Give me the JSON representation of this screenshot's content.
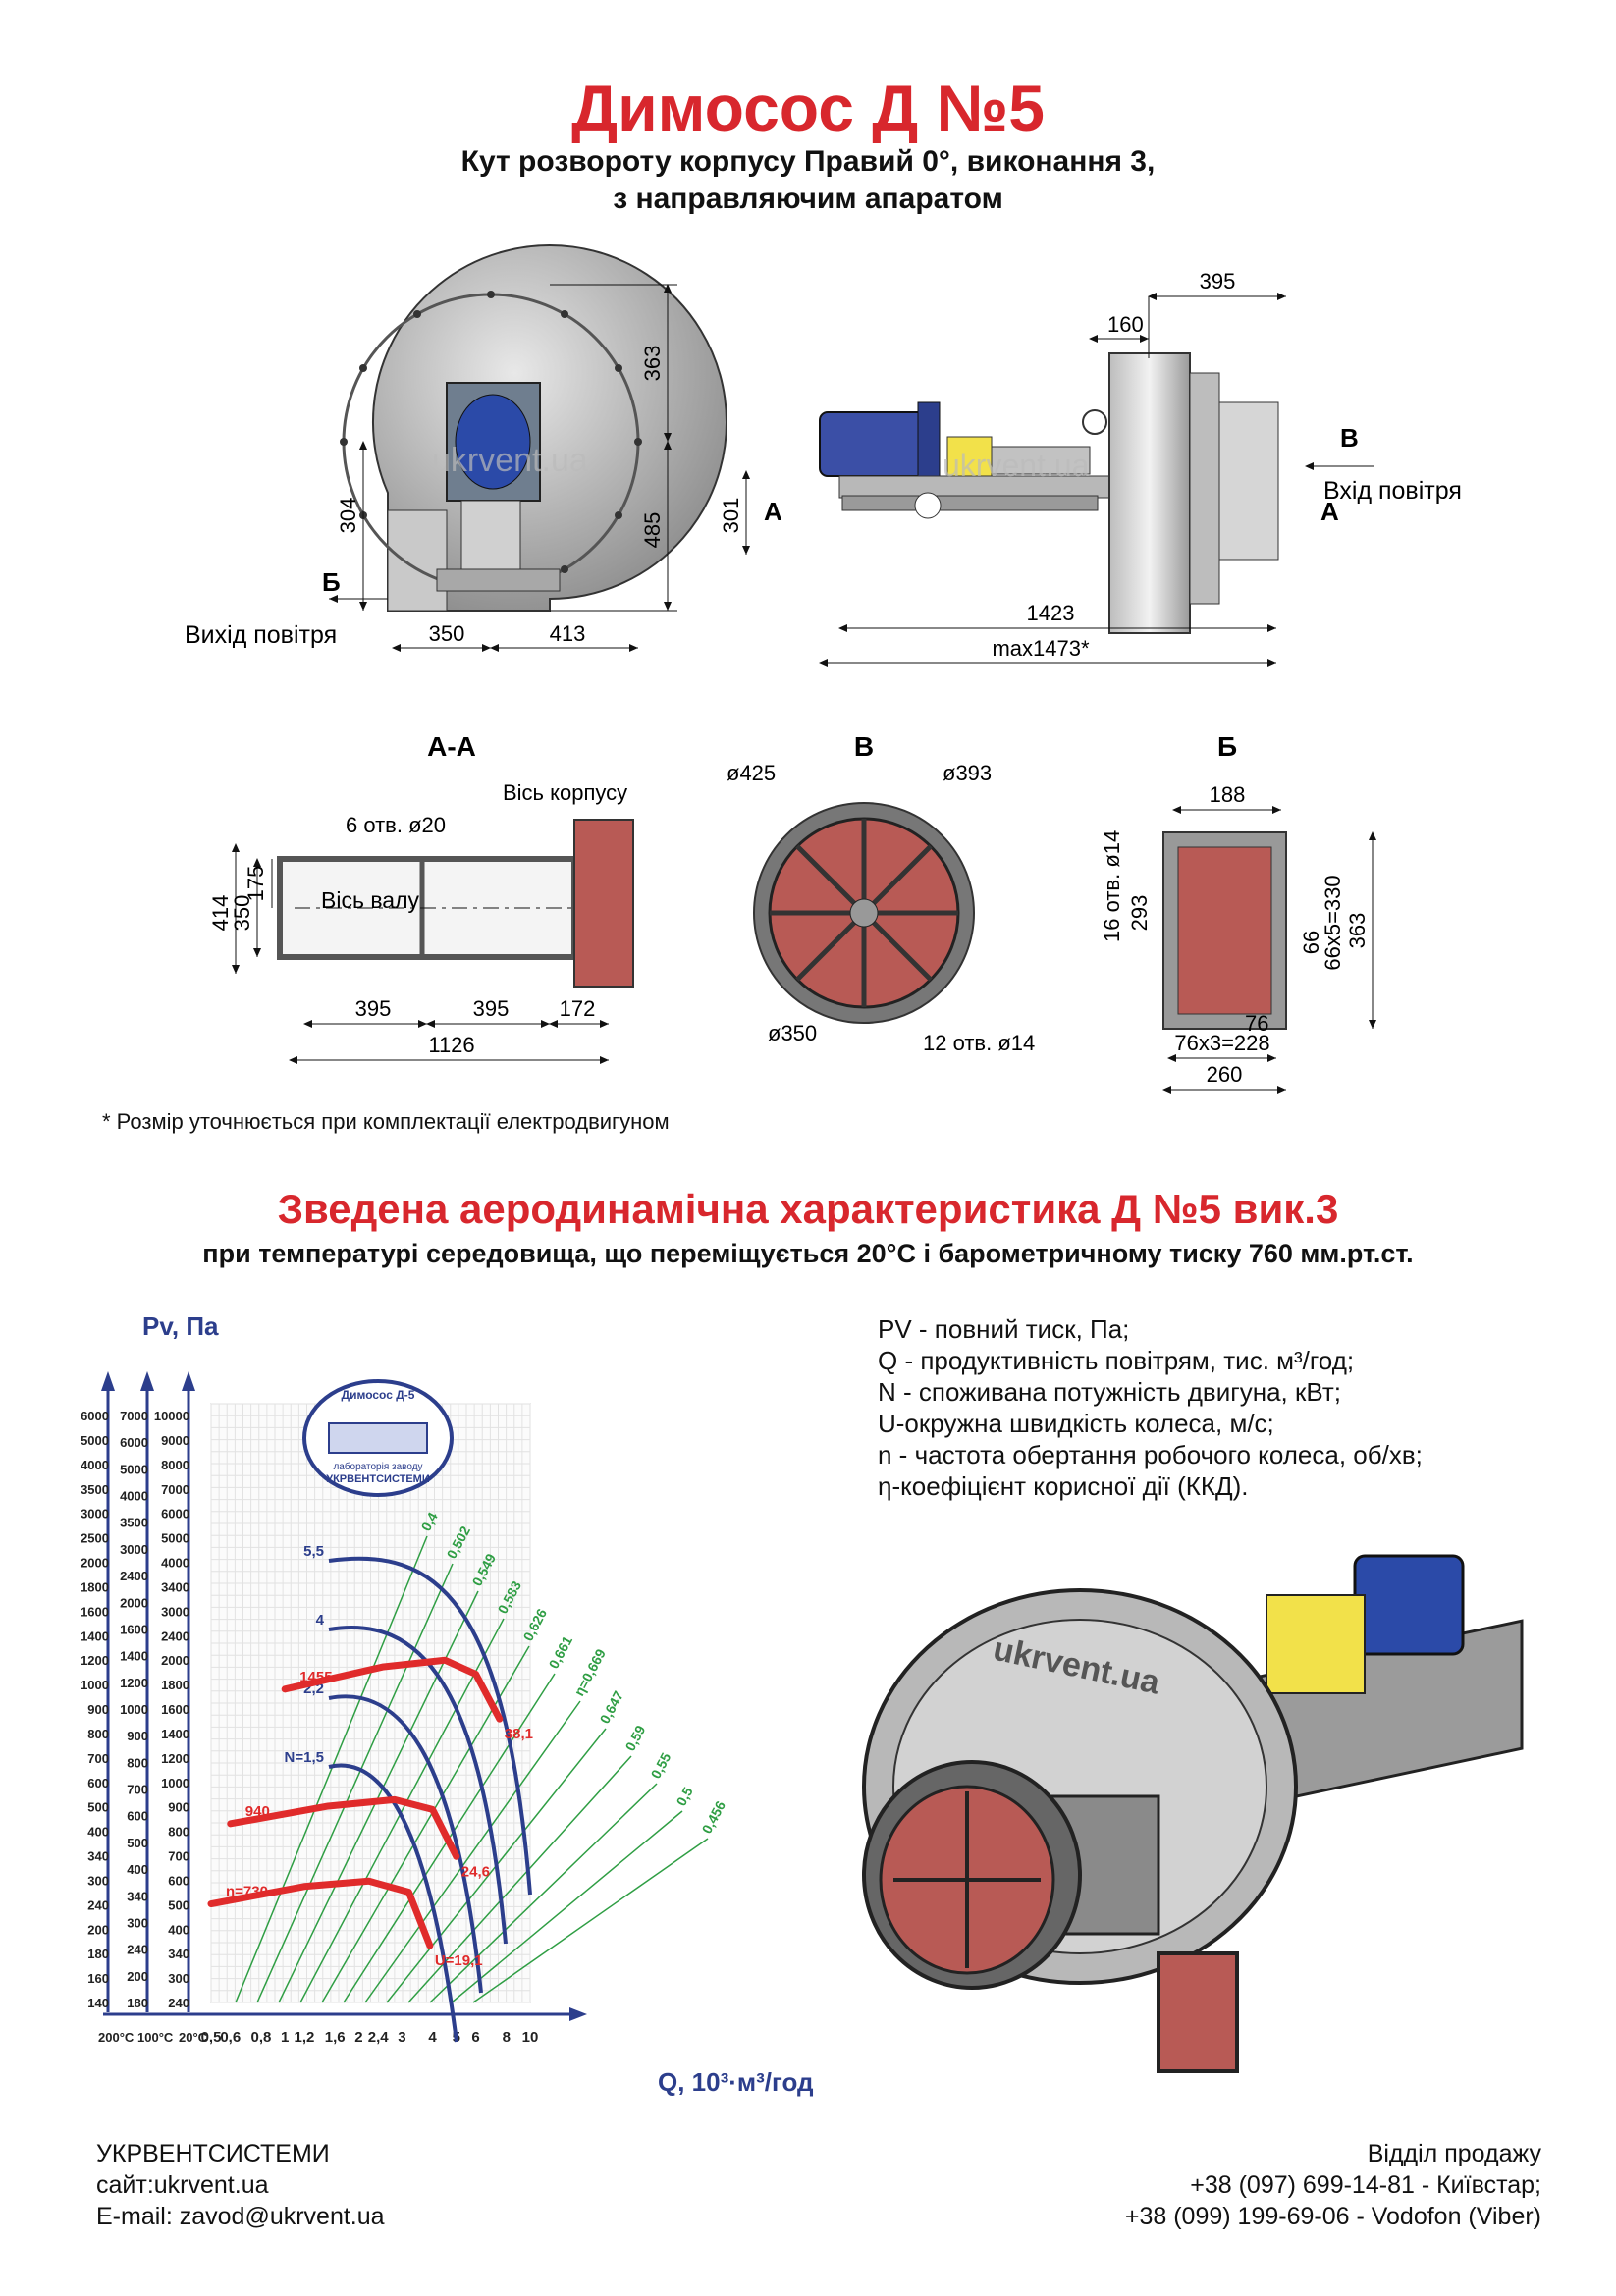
{
  "header": {
    "title": "Димосос Д №5",
    "subtitle_line1": "Кут розвороту корпусу Правий 0°, виконання 3,",
    "subtitle_line2": "з направляючим апаратом"
  },
  "drawing": {
    "front_view": {
      "dim_363": "363",
      "dim_304": "304",
      "dim_485": "485",
      "dim_350": "350",
      "dim_413": "413",
      "section_b": "Б",
      "outlet_label": "Вихід повітря",
      "watermark": "ukrvent.ua"
    },
    "side_view": {
      "dim_395": "395",
      "dim_160": "160",
      "dim_301": "301",
      "dim_1423": "1423",
      "dim_max": "max1473*",
      "section_a_left": "A",
      "section_a_right": "A",
      "section_b": "B",
      "inlet_label": "Вхід повітря"
    },
    "section_aa": {
      "title": "А-А",
      "holes": "6 отв. ø20",
      "housing_axis": "Вісь корпусу",
      "shaft_axis": "Вісь валу",
      "dim_414": "414",
      "dim_350": "350",
      "dim_175": "175",
      "dim_395a": "395",
      "dim_395b": "395",
      "dim_172": "172",
      "dim_1126": "1126"
    },
    "section_v": {
      "title": "В",
      "d425": "ø425",
      "d393": "ø393",
      "d350": "ø350",
      "holes": "12 отв. ø14"
    },
    "section_b": {
      "title": "Б",
      "dim_188": "188",
      "holes": "16 отв. ø14",
      "dim_293": "293",
      "dim_66x5": "66x5=330",
      "dim_66": "66",
      "dim_363": "363",
      "dim_76": "76",
      "dim_76x3": "76x3=228",
      "dim_260": "260"
    }
  },
  "footnote": "* Розмір уточнюється при комплектації електродвигуном",
  "aero": {
    "title": "Зведена аеродинамічна характеристика Д №5 вик.3",
    "subtitle": "при температурі середовища, що переміщується 20°С і барометричному тиску 760 мм.рт.ст."
  },
  "chart_data": {
    "type": "line",
    "ylabel": "Pv, Па",
    "xlabel": "Q, 10³·м³/год",
    "x_scale": "log",
    "x_ticks": [
      "0,5",
      "0,6",
      "0,8",
      "1",
      "1,2",
      "1,6",
      "2",
      "2,4",
      "3",
      "4",
      "5",
      "6",
      "8",
      "10"
    ],
    "y_ticks_200C": [
      "6000",
      "5000",
      "4000",
      "3500",
      "3000",
      "2500",
      "2000",
      "1800",
      "1600",
      "1400",
      "1200",
      "1000",
      "900",
      "800",
      "700",
      "600",
      "500",
      "400",
      "340",
      "300",
      "240",
      "200",
      "180",
      "160",
      "140"
    ],
    "y_ticks_100C": [
      "7000",
      "6000",
      "5000",
      "4000",
      "3500",
      "3000",
      "2400",
      "2000",
      "1600",
      "1400",
      "1200",
      "1000",
      "900",
      "800",
      "700",
      "600",
      "500",
      "400",
      "340",
      "300",
      "240",
      "200",
      "180"
    ],
    "y_ticks_20C": [
      "10000",
      "9000",
      "8000",
      "7000",
      "6000",
      "5000",
      "4000",
      "3400",
      "3000",
      "2400",
      "2000",
      "1800",
      "1600",
      "1400",
      "1200",
      "1000",
      "900",
      "800",
      "700",
      "600",
      "500",
      "400",
      "340",
      "300",
      "240"
    ],
    "temp_labels": [
      "200°С",
      "100°С",
      "20°С"
    ],
    "logo_lines": [
      "Димосос Д-5",
      "лабораторія заводу",
      "УКРВЕНТСИСТЕМИ"
    ],
    "efficiency_labels": [
      "0,4",
      "0,502",
      "0,549",
      "0,583",
      "0,626",
      "0,661",
      "η=0,669",
      "0,647",
      "0,59",
      "0,55",
      "0,5",
      "0,456"
    ],
    "power_labels": [
      "5,5",
      "4",
      "2,2",
      "N=1,5"
    ],
    "speed_curves": [
      {
        "label": "1455",
        "end_label": "38,1",
        "q": [
          1.0,
          2.5,
          4.5,
          6.0,
          7.5
        ],
        "pv": [
          1000,
          1150,
          1200,
          1100,
          830
        ]
      },
      {
        "label": "940",
        "end_label": "24,6",
        "q": [
          0.6,
          1.5,
          2.8,
          4.0,
          5.0
        ],
        "pv": [
          430,
          480,
          500,
          470,
          350
        ]
      },
      {
        "label": "n=730",
        "end_label": "U=19,1",
        "q": [
          0.5,
          1.2,
          2.2,
          3.2,
          3.9
        ],
        "pv": [
          260,
          290,
          300,
          280,
          200
        ]
      }
    ]
  },
  "legend": {
    "pv": "PV - повний тиск, Па;",
    "q": "Q - продуктивність повітрям, тис. м³/год;",
    "n": "N - споживана потужність двигуна, кВт;",
    "u": "U-окружна швидкість колеса, м/с;",
    "rpm": "n - частота обертання робочого колеса, об/хв;",
    "eta": "η-коефіцієнт корисної дії (ККД)."
  },
  "render_text": "ukrvent.ua",
  "footer": {
    "company": "УКРВЕНТСИСТЕМИ",
    "site": "сайт:ukrvent.ua",
    "email": "E-mail: zavod@ukrvent.ua",
    "sales": "Відділ продажу",
    "phone1": "+38 (097) 699-14-81 - Київстар;",
    "phone2": "+38 (099) 199-69-06 - Vodofon (Viber)"
  },
  "colors": {
    "title_red": "#d8272d",
    "curve_red": "#e02b2b",
    "power_blue": "#2c3e8c",
    "eta_green": "#2f9e44",
    "metal_grey": "#9a9a9a",
    "duct_red": "#b85a55",
    "motor_blue": "#2b4aa8",
    "coupling_yellow": "#f2e14a"
  }
}
